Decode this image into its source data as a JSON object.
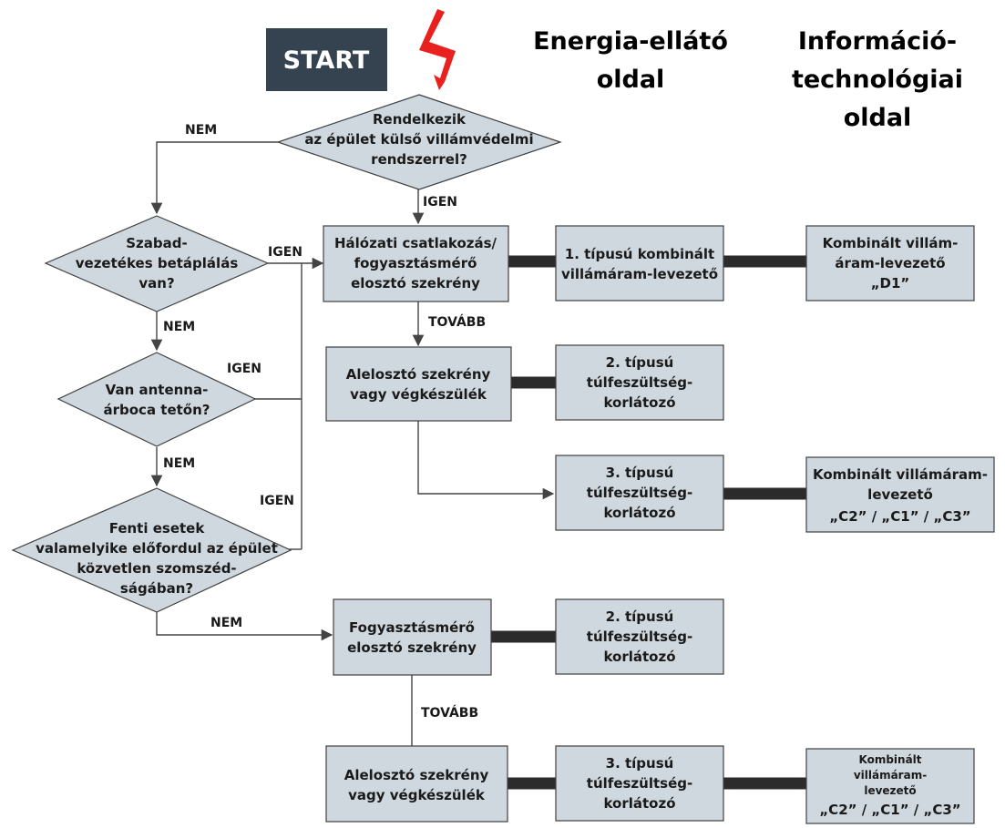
{
  "colors": {
    "box_fill": "#cfd8df",
    "box_stroke": "#404040",
    "start_fill": "#34434f",
    "lightning": "#e8201e",
    "connector": "#2b2b2b"
  },
  "icons": {
    "lightning": "lightning-bolt-icon"
  },
  "start": {
    "label": "START"
  },
  "headers": {
    "energy": [
      "Energia-ellátó",
      "oldal"
    ],
    "it": [
      "Információ-",
      "technológiai",
      "oldal"
    ]
  },
  "decisions": [
    {
      "id": "external-lightning",
      "lines": [
        "Rendelkezik",
        "az épület külső villámvédelmi",
        "rendszerrel?"
      ]
    },
    {
      "id": "overhead-feed",
      "lines": [
        "Szabad-",
        "vezetékes betáplálás",
        "van?"
      ]
    },
    {
      "id": "antenna-mast",
      "lines": [
        "Van antenna-",
        "árboca tetőn?"
      ]
    },
    {
      "id": "neighborhood",
      "lines": [
        "Fenti esetek",
        "valamelyike előfordul az épület",
        "közvetlen szomszéd-",
        "ságában?"
      ]
    }
  ],
  "boxes": [
    {
      "id": "grid-connection",
      "lines": [
        "Hálózati csatlakozás/",
        "fogyasztásmérő",
        "elosztó szekrény"
      ]
    },
    {
      "id": "type1-combined",
      "lines": [
        "1. típusú kombinált",
        "villámáram-levezető"
      ]
    },
    {
      "id": "it-d1",
      "lines": [
        "Kombinált villám-",
        "áram-levezető",
        "„D1”"
      ]
    },
    {
      "id": "sub-distribution-1",
      "lines": [
        "Alelosztó szekrény",
        "vagy végkészülék"
      ]
    },
    {
      "id": "type2-spd-1",
      "lines": [
        "2. típusú",
        "túlfeszültség-",
        "korlátozó"
      ]
    },
    {
      "id": "type3-spd-1",
      "lines": [
        "3. típusú",
        "túlfeszültség-",
        "korlátozó"
      ]
    },
    {
      "id": "it-c-1",
      "lines": [
        "Kombinált villámáram-",
        "levezető",
        "„C2” / „C1” / „C3”"
      ]
    },
    {
      "id": "meter-cabinet",
      "lines": [
        "Fogyasztásmérő",
        "elosztó szekrény"
      ]
    },
    {
      "id": "type2-spd-2",
      "lines": [
        "2. típusú",
        "túlfeszültség-",
        "korlátozó"
      ]
    },
    {
      "id": "sub-distribution-2",
      "lines": [
        "Alelosztó szekrény",
        "vagy végkészülék"
      ]
    },
    {
      "id": "type3-spd-2",
      "lines": [
        "3. típusú",
        "túlfeszültség-",
        "korlátozó"
      ]
    },
    {
      "id": "it-c-2",
      "lines": [
        "Kombinált",
        "villámáram-",
        "levezető",
        "„C2” / „C1” / „C3”"
      ]
    }
  ],
  "edge_labels": {
    "no_1": "NEM",
    "yes_1": "IGEN",
    "yes_2": "IGEN",
    "no_2": "NEM",
    "yes_3": "IGEN",
    "no_3": "NEM",
    "yes_4": "IGEN",
    "no_4": "NEM",
    "next_1": "TOVÁBB",
    "next_2": "TOVÁBB"
  }
}
